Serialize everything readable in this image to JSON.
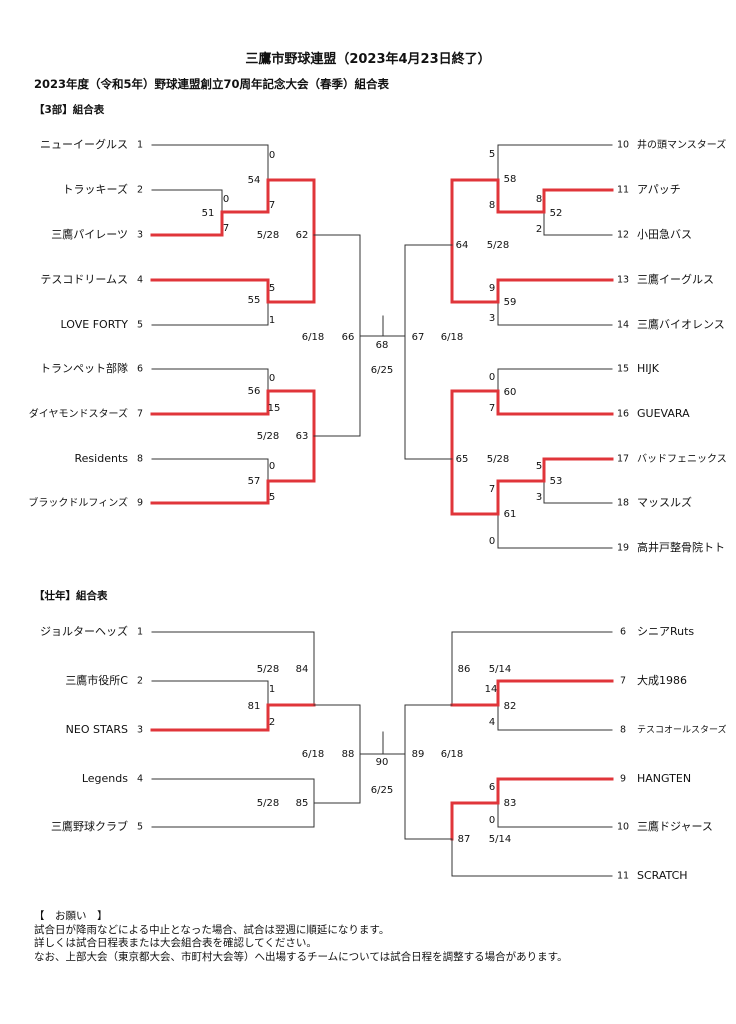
{
  "title": "三鷹市野球連盟（2023年4月23日終了）",
  "subtitle": "2023年度（令和5年）野球連盟創立70周年記念大会（春季）組合表",
  "colors": {
    "win": "#e0353a",
    "line": "#333333"
  },
  "div3": {
    "label": "【3部】組合表",
    "left_teams": [
      {
        "name": "ニューイーグルス",
        "seed": "1"
      },
      {
        "name": "トラッキーズ",
        "seed": "2"
      },
      {
        "name": "三鷹パイレーツ",
        "seed": "3"
      },
      {
        "name": "テスコドリームス",
        "seed": "4"
      },
      {
        "name": "LOVE FORTY",
        "seed": "5"
      },
      {
        "name": "トランペット部隊",
        "seed": "6"
      },
      {
        "name": "ダイヤモンドスターズ",
        "seed": "7"
      },
      {
        "name": "Residents",
        "seed": "8"
      },
      {
        "name": "ブラックドルフィンズ",
        "seed": "9"
      }
    ],
    "right_teams": [
      {
        "name": "井の頭マンスターズ",
        "seed": "10"
      },
      {
        "name": "アパッチ",
        "seed": "11"
      },
      {
        "name": "小田急バス",
        "seed": "12"
      },
      {
        "name": "三鷹イーグルス",
        "seed": "13"
      },
      {
        "name": "三鷹バイオレンス",
        "seed": "14"
      },
      {
        "name": "HIJK",
        "seed": "15"
      },
      {
        "name": "GUEVARA",
        "seed": "16"
      },
      {
        "name": "バッドフェニックス",
        "seed": "17"
      },
      {
        "name": "マッスルズ",
        "seed": "18"
      },
      {
        "name": "高井戸整骨院トト",
        "seed": "19"
      }
    ],
    "games": {
      "g51": {
        "no": "51",
        "top": "0",
        "bot": "7"
      },
      "g54": {
        "no": "54",
        "top": "0",
        "bot": "7"
      },
      "g55": {
        "no": "55",
        "top": "5",
        "bot": "1"
      },
      "g56": {
        "no": "56",
        "top": "0",
        "bot": "15"
      },
      "g57": {
        "no": "57",
        "top": "0",
        "bot": "5"
      },
      "g62": {
        "no": "62",
        "date": "5/28"
      },
      "g63": {
        "no": "63",
        "date": "5/28"
      },
      "g66": {
        "no": "66",
        "date": "6/18"
      },
      "g52": {
        "no": "52",
        "top": "8",
        "bot": "2"
      },
      "g58": {
        "no": "58",
        "top": "5",
        "bot": "8"
      },
      "g59": {
        "no": "59",
        "top": "9",
        "bot": "3"
      },
      "g60": {
        "no": "60",
        "top": "0",
        "bot": "7"
      },
      "g53": {
        "no": "53",
        "top": "5",
        "bot": "3"
      },
      "g61": {
        "no": "61",
        "top": "7",
        "bot": "0"
      },
      "g64": {
        "no": "64",
        "date": "5/28"
      },
      "g65": {
        "no": "65",
        "date": "5/28"
      },
      "g67": {
        "no": "67",
        "date": "6/18"
      },
      "g68": {
        "no": "68",
        "date": "6/25"
      }
    }
  },
  "veteran": {
    "label": "【壮年】組合表",
    "left_teams": [
      {
        "name": "ジョルターヘッズ",
        "seed": "1"
      },
      {
        "name": "三鷹市役所C",
        "seed": "2"
      },
      {
        "name": "NEO STARS",
        "seed": "3"
      },
      {
        "name": "Legends",
        "seed": "4"
      },
      {
        "name": "三鷹野球クラブ",
        "seed": "5"
      }
    ],
    "right_teams": [
      {
        "name": "シニアRuts",
        "seed": "6"
      },
      {
        "name": "大成1986",
        "seed": "7"
      },
      {
        "name": "テスコオールスターズ",
        "seed": "8"
      },
      {
        "name": "HANGTEN",
        "seed": "9"
      },
      {
        "name": "三鷹ドジャース",
        "seed": "10"
      },
      {
        "name": "SCRATCH",
        "seed": "11"
      }
    ],
    "games": {
      "g81": {
        "no": "81",
        "top": "1",
        "bot": "2"
      },
      "g84": {
        "no": "84",
        "date": "5/28"
      },
      "g85": {
        "no": "85",
        "date": "5/28"
      },
      "g88": {
        "no": "88",
        "date": "6/18"
      },
      "g82": {
        "no": "82",
        "top": "14",
        "bot": "4"
      },
      "g83": {
        "no": "83",
        "top": "6",
        "bot": "0"
      },
      "g86": {
        "no": "86",
        "date": "5/14"
      },
      "g87": {
        "no": "87",
        "date": "5/14"
      },
      "g89": {
        "no": "89",
        "date": "6/18"
      },
      "g90": {
        "no": "90",
        "date": "6/25"
      }
    }
  },
  "notes": {
    "heading": "【　お願い　】",
    "lines": [
      "試合日が降雨などによる中止となった場合、試合は翌週に順延になります。",
      "詳しくは試合日程表または大会組合表を確認してください。",
      "なお、上部大会（東京都大会、市町村大会等）へ出場するチームについては試合日程を調整する場合があります。"
    ]
  }
}
